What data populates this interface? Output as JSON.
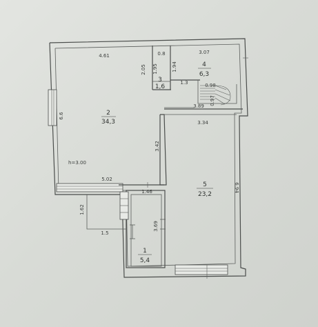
{
  "rooms": [
    {
      "number": "2",
      "area": "34,3"
    },
    {
      "number": "3",
      "area": "1,6"
    },
    {
      "number": "4",
      "area": "6,3"
    },
    {
      "number": "5",
      "area": "23,2"
    },
    {
      "number": "1",
      "area": "5,4"
    }
  ],
  "dimensions": {
    "top_room2": "4.61",
    "top_small": "0.8",
    "top_room4": "3.07",
    "side_room2": "6.6",
    "room3_a": "2.05",
    "room3_b": "1.95",
    "room4_side": "1.94",
    "stair_a": "1.3",
    "stair_b": "0.98",
    "stair_c": "3.89",
    "stair_d": "0.97",
    "room5_top": "3.34",
    "room2_right": "3.42",
    "room2_bottom": "5.02",
    "room5_side": "6.94",
    "porch_top": "1.46",
    "porch_side": "1.62",
    "porch_bottom": "1.5",
    "room1_side": "3.69"
  },
  "ceiling_height": "h=3.00"
}
